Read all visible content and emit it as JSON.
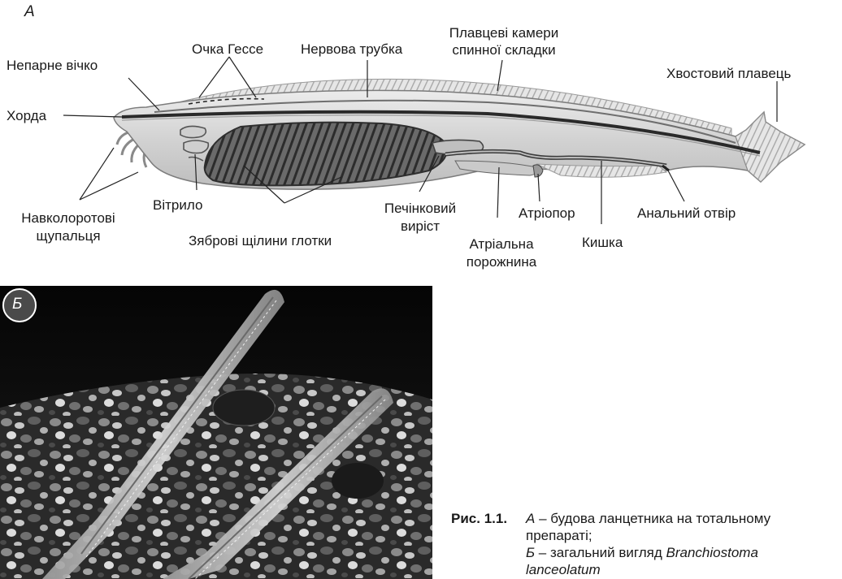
{
  "panel_a": {
    "letter": "А",
    "labels": {
      "unpaired_eye": "Непарне вічко",
      "hesse_eyes": "Очка Гессе",
      "nerve_tube": "Нервова трубка",
      "fin_chambers_1": "Плавцеві камери",
      "fin_chambers_2": "спинної складки",
      "tail_fin": "Хвостовий плавець",
      "notochord": "Хорда",
      "tentacles_1": "Навколоротові",
      "tentacles_2": "щупальця",
      "velum": "Вітрило",
      "gill_slits": "Зяброві щілини глотки",
      "hepatic_1": "Печінковий",
      "hepatic_2": "виріст",
      "atrial_1": "Атріальна",
      "atrial_2": "порожнина",
      "atriopore": "Атріопор",
      "intestine": "Кишка",
      "anus": "Анальний отвір"
    }
  },
  "panel_b": {
    "letter": "Б"
  },
  "caption": {
    "number": "Рис. 1.1.",
    "line1_letter": "А",
    "line1_text": " – будова ланцетника на тотальному",
    "line2": "препараті;",
    "line3_letter": "Б",
    "line3_text": " – загальний вигляд ",
    "line3_species": "Branchiostoma",
    "line4_species": "lanceolatum"
  },
  "colors": {
    "body_fill": "#d9d9d9",
    "body_edge": "#8a8a8a",
    "pharynx_fill": "#5a5a5a",
    "photo_bg": "#0b0b0b",
    "badge_bg": "#4a4a4a"
  }
}
